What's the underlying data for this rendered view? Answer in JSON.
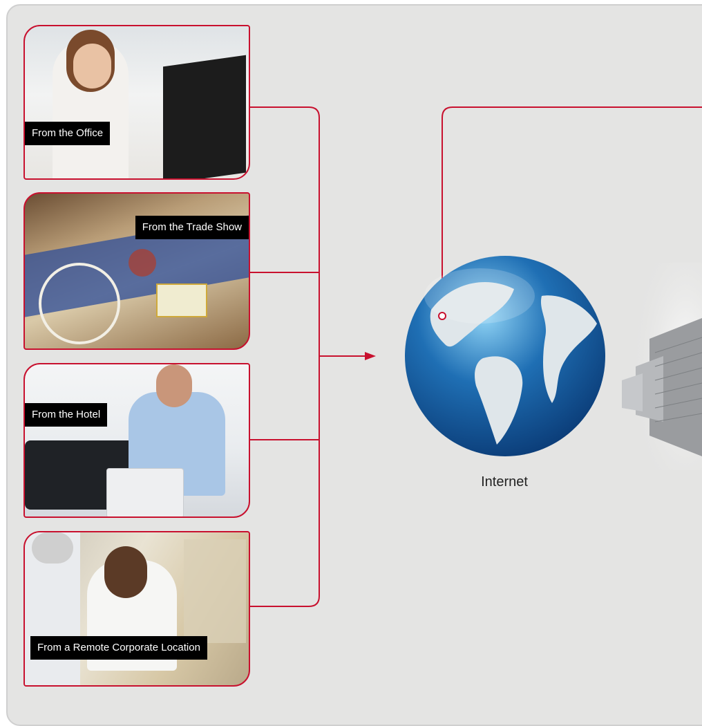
{
  "sources": [
    {
      "label": "From the Office"
    },
    {
      "label": "From the Trade Show"
    },
    {
      "label": "From the Hotel"
    },
    {
      "label": "From a Remote Corporate Location"
    }
  ],
  "internet": {
    "label": "Internet"
  },
  "colors": {
    "accent": "#c8102e",
    "panel": "#e4e4e3",
    "globe_ocean": "#1f6fb4",
    "globe_land": "#dfe6ea"
  },
  "icons": [
    "globe-icon",
    "datacenter-icon",
    "arrow-right-icon"
  ]
}
